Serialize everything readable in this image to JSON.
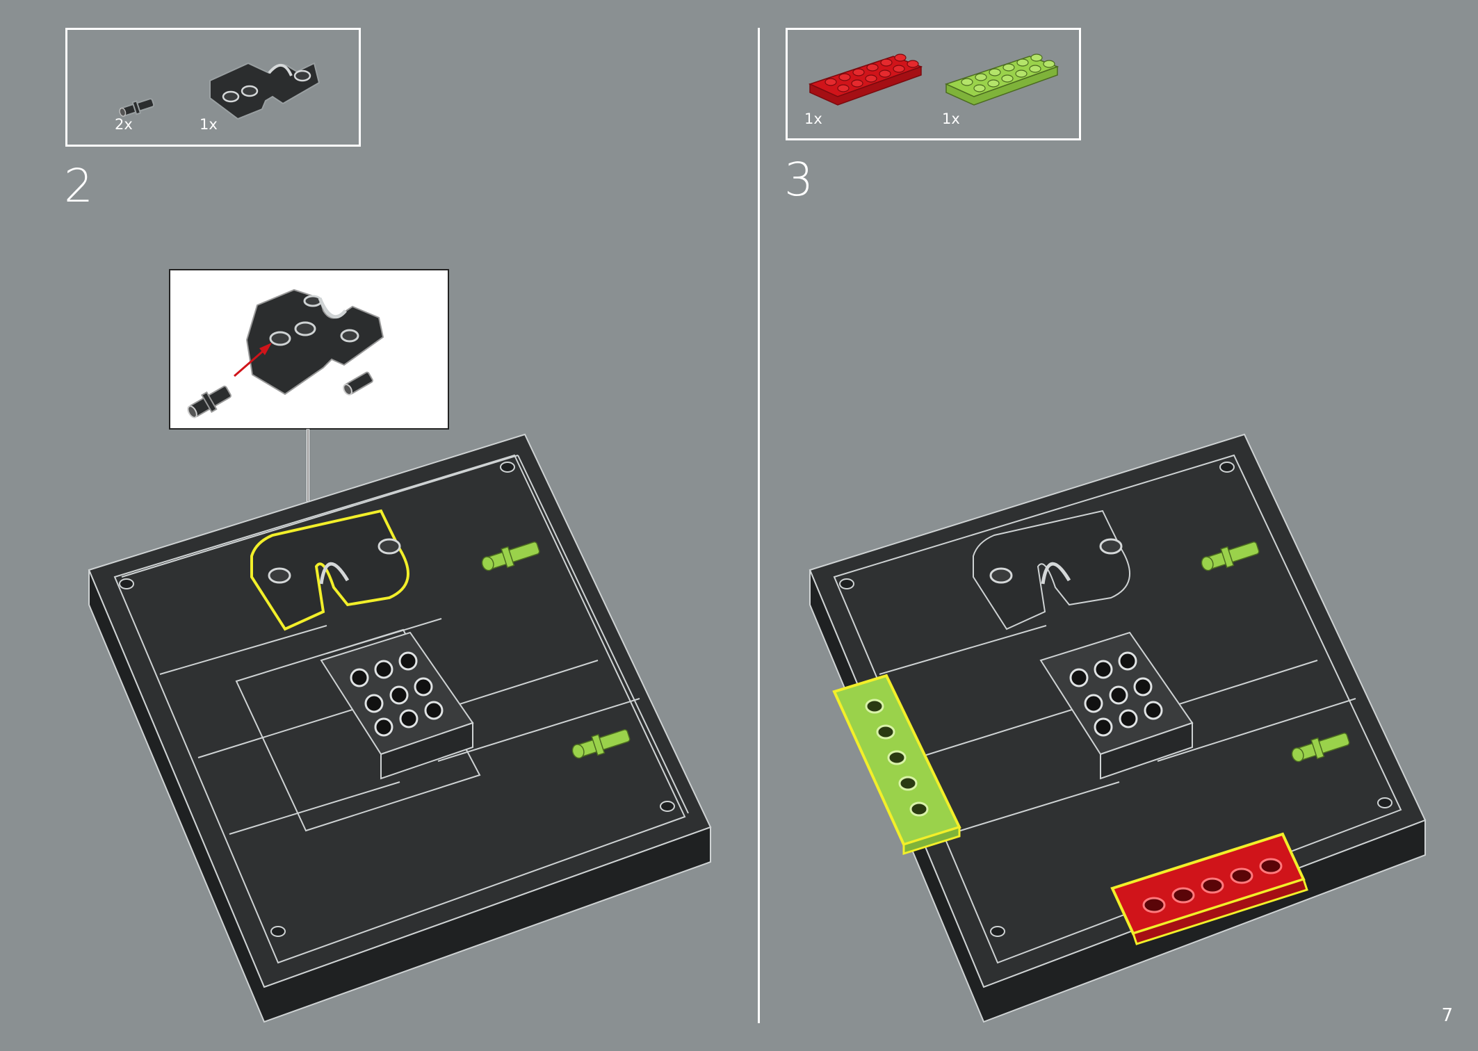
{
  "page": {
    "number": "7"
  },
  "steps": [
    {
      "number": "2",
      "parts": [
        {
          "qty": "2x",
          "icon": "pin-icon"
        },
        {
          "qty": "1x",
          "icon": "dark-connector-plate-icon"
        }
      ]
    },
    {
      "number": "3",
      "parts": [
        {
          "qty": "1x",
          "icon": "red-plate-2x6-icon"
        },
        {
          "qty": "1x",
          "icon": "lime-plate-2x6-icon"
        }
      ]
    }
  ],
  "colors": {
    "background": "#8a9092",
    "base": "#2e3031",
    "outline": "#cfd3d4",
    "highlight": "#f2ef2a",
    "lime": "#9ad24b",
    "red": "#d0141a",
    "callout_arrow": "#d0141a"
  }
}
